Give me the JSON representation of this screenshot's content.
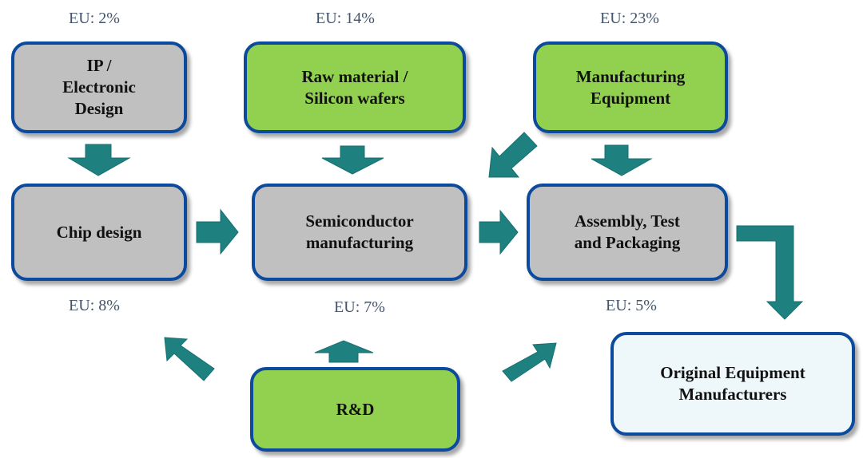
{
  "diagram": {
    "nodes": [
      {
        "id": "ip",
        "label": "IP /\nElectronic\nDesign",
        "eu": "EU: 2%",
        "style": "gray"
      },
      {
        "id": "raw",
        "label": "Raw material /\nSilicon wafers",
        "eu": "EU: 14%",
        "style": "green"
      },
      {
        "id": "equip",
        "label": "Manufacturing\nEquipment",
        "eu": "EU: 23%",
        "style": "green"
      },
      {
        "id": "chip",
        "label": "Chip design",
        "eu": "EU: 8%",
        "style": "gray"
      },
      {
        "id": "semi",
        "label": "Semiconductor\nmanufacturing",
        "eu": "EU: 7%",
        "style": "gray"
      },
      {
        "id": "atp",
        "label": "Assembly, Test\nand Packaging",
        "eu": "EU: 5%",
        "style": "gray"
      },
      {
        "id": "rd",
        "label": "R&D",
        "style": "green"
      },
      {
        "id": "oem",
        "label": "Original Equipment\nManufacturers",
        "style": "light"
      }
    ],
    "edges": [
      {
        "from": "ip",
        "to": "chip"
      },
      {
        "from": "raw",
        "to": "semi"
      },
      {
        "from": "equip",
        "to": "semi"
      },
      {
        "from": "equip",
        "to": "atp"
      },
      {
        "from": "chip",
        "to": "semi"
      },
      {
        "from": "semi",
        "to": "atp"
      },
      {
        "from": "atp",
        "to": "oem"
      },
      {
        "from": "rd",
        "to": "chip"
      },
      {
        "from": "rd",
        "to": "semi"
      },
      {
        "from": "rd",
        "to": "atp"
      }
    ],
    "colors": {
      "border": "#0b4a9c",
      "gray": "#c0c0c0",
      "green": "#92d050",
      "light": "#eef8fb",
      "arrow": "#1f8080",
      "eu_text": "#44546a"
    }
  }
}
